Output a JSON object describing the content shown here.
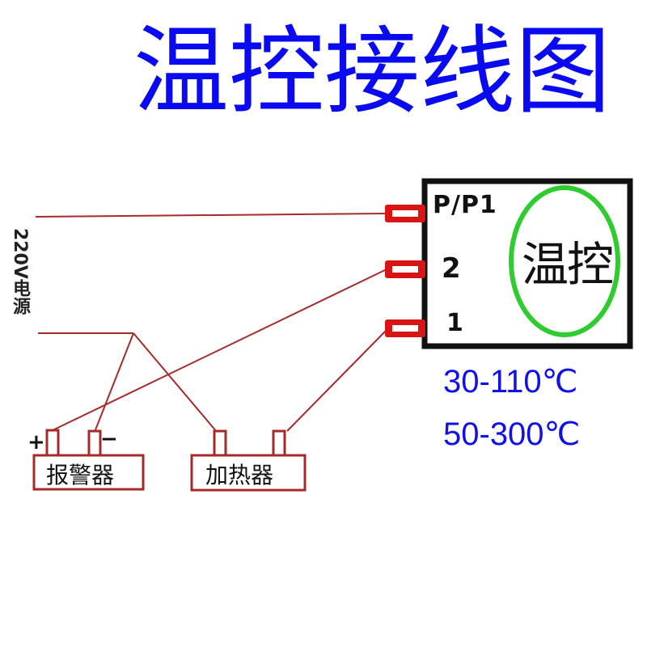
{
  "title": {
    "text": "温控接线图",
    "chars": [
      "温",
      "控",
      "接",
      "线",
      "图"
    ],
    "color": "#0a0af0"
  },
  "power_source": {
    "label": "220V电源"
  },
  "controller": {
    "label": "温控",
    "pins": [
      {
        "id": "pp1",
        "label": "P/P1"
      },
      {
        "id": "pin2",
        "label": "2"
      },
      {
        "id": "pin1",
        "label": "1"
      }
    ],
    "ellipse_color": "#2ecc2e",
    "border_color": "#111111"
  },
  "temperature_ranges": [
    "30-110℃",
    "50-300℃"
  ],
  "devices": {
    "alarm": {
      "label": "报警器",
      "plus": "+",
      "minus": "−"
    },
    "heater": {
      "label": "加热器"
    }
  },
  "colors": {
    "wire": "#a52a2a",
    "terminal": "#d81414",
    "range_text": "#1010e8"
  }
}
